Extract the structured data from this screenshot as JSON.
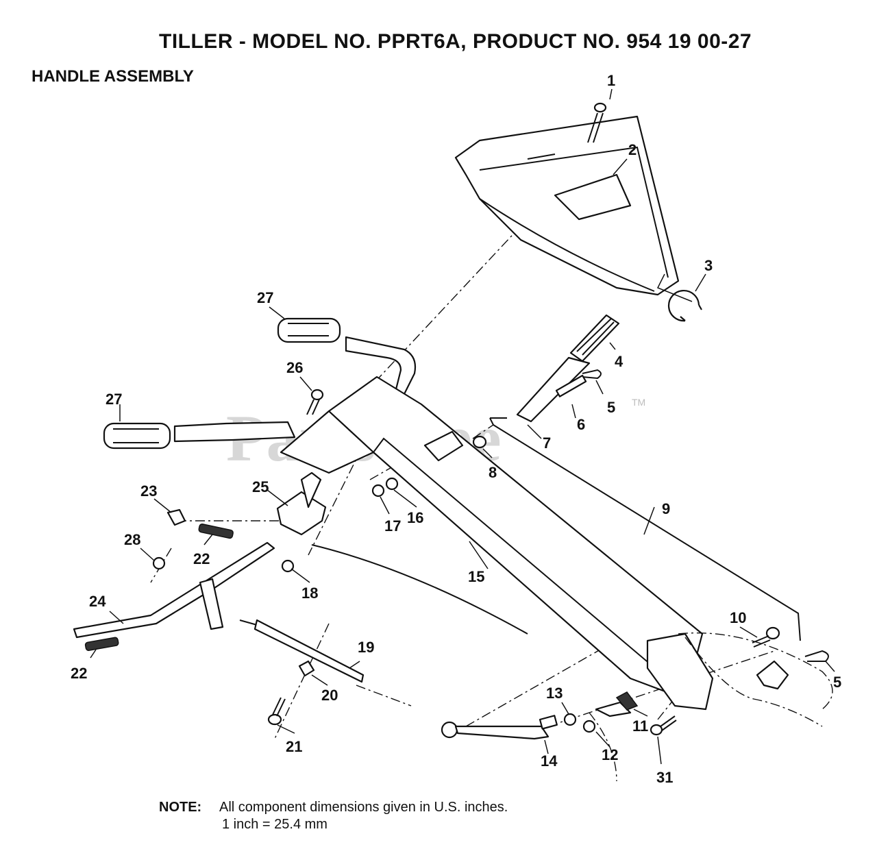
{
  "title": "TILLER - MODEL NO. PPRT6A, PRODUCT NO. 954 19 00-27",
  "subtitle": "HANDLE ASSEMBLY",
  "watermark": {
    "text": "PartsTree",
    "tm": "TM"
  },
  "note": {
    "label": "NOTE:",
    "line1": "All component dimensions given in U.S. inches.",
    "line2": "1 inch = 25.4 mm"
  },
  "callouts": [
    "1",
    "2",
    "3",
    "4",
    "5",
    "5",
    "6",
    "7",
    "8",
    "9",
    "10",
    "11",
    "12",
    "13",
    "14",
    "15",
    "16",
    "17",
    "18",
    "19",
    "20",
    "21",
    "22",
    "22",
    "23",
    "24",
    "25",
    "26",
    "27",
    "27",
    "28",
    "31"
  ]
}
